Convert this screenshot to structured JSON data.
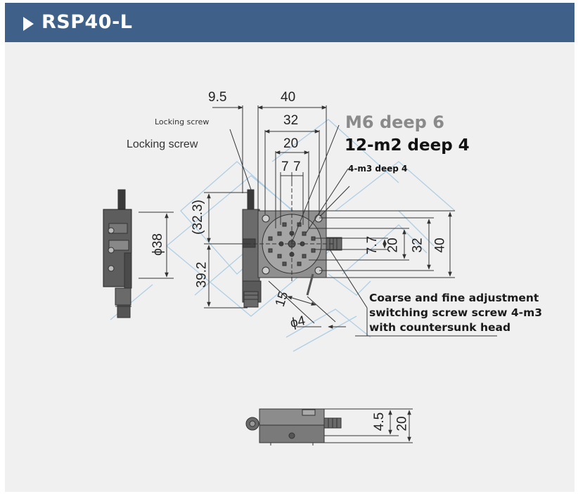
{
  "header": {
    "title": "RSP40-L"
  },
  "notes": {
    "locking_screw_small": "Locking screw",
    "locking_screw": "Locking screw",
    "m6": "M6 deep 6",
    "m2": "12-m2 deep 4",
    "m3": "4-m3 deep 4",
    "coarse_fine": [
      "Coarse and fine adjustment",
      "switching screw screw 4-m3",
      "with countersunk head"
    ]
  },
  "dimensions": {
    "top_9_5": "9.5",
    "top_40": "40",
    "top_32": "32",
    "top_20": "20",
    "top_7_left": "7",
    "top_7_right": "7",
    "left_32_3": "(32.3)",
    "left_39_2": "39.2",
    "dia_38": "ϕ38",
    "right_7_7": "7.7",
    "right_20": "20",
    "right_32": "32",
    "right_40": "40",
    "angled_15": "15",
    "dia_4": "ϕ4",
    "bottom_4_5": "4.5",
    "bottom_20": "20"
  },
  "colors": {
    "header_bg": "#3e6089",
    "panel_bg": "#f0f0f0",
    "watermark": "#a9cbe3"
  }
}
